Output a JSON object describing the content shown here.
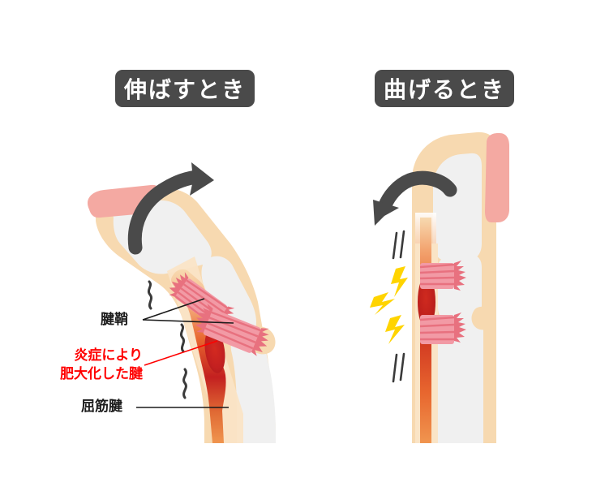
{
  "figure": {
    "subject": "trigger-finger-anatomy",
    "background_color": "#ffffff"
  },
  "panels": [
    {
      "id": "left",
      "title": "伸ばすとき",
      "title_bg": "#4a4a4a",
      "title_color": "#ffffff",
      "motion": "arrow-curving-up-right",
      "finger_state": "bent-tip-extending",
      "friction_marks": 3,
      "pain_bolts": 0
    },
    {
      "id": "right",
      "title": "曲げるとき",
      "title_bg": "#4a4a4a",
      "title_color": "#ffffff",
      "motion": "arrow-curving-down-left",
      "finger_state": "straight-flexing",
      "friction_marks": 4,
      "pain_bolts": 3
    }
  ],
  "labels": {
    "sheath": "腱鞘",
    "swollen_tendon_line1": "炎症により",
    "swollen_tendon_line2": "肥大化した腱",
    "flexor_tendon": "屈筋腱"
  },
  "colors": {
    "skin": "#f7d9b0",
    "skin_light": "#fae4c6",
    "bone": "#f0f0f0",
    "nail": "#f4a9a2",
    "nail_light": "#f6b5ae",
    "tendon_normal": "#f0954f",
    "tendon_swollen": "#c32020",
    "pulley": "#e8717f",
    "pulley_light": "#f29aa5",
    "arrow": "#4a4a4a",
    "bolt": "#ffd400",
    "bolt_deep": "#ffb400",
    "leader_black": "#1b1b1b",
    "leader_red": "#ff0000",
    "label_black": "#1b1b1b",
    "label_red": "#ff0000"
  }
}
